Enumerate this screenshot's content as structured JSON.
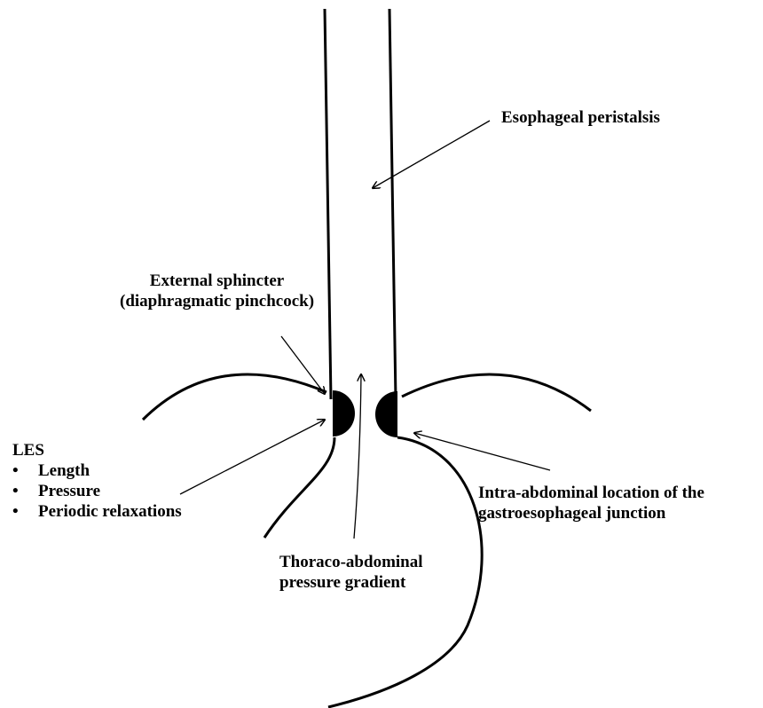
{
  "colors": {
    "ink": "#000000",
    "background": "#ffffff"
  },
  "labels": {
    "esophageal_peristalsis": "Esophageal peristalsis",
    "external_sphincter": {
      "line1": "External sphincter",
      "line2": "(diaphragmatic pinchcock)"
    },
    "les": {
      "title": "LES",
      "bullet": "•",
      "items": [
        "Length",
        "Pressure",
        "Periodic relaxations"
      ]
    },
    "gej_location": {
      "line1": "Intra-abdominal location of the",
      "line2": "gastroesophageal junction"
    },
    "pressure_gradient": {
      "line1": "Thoraco-abdominal",
      "line2": "pressure gradient"
    }
  }
}
